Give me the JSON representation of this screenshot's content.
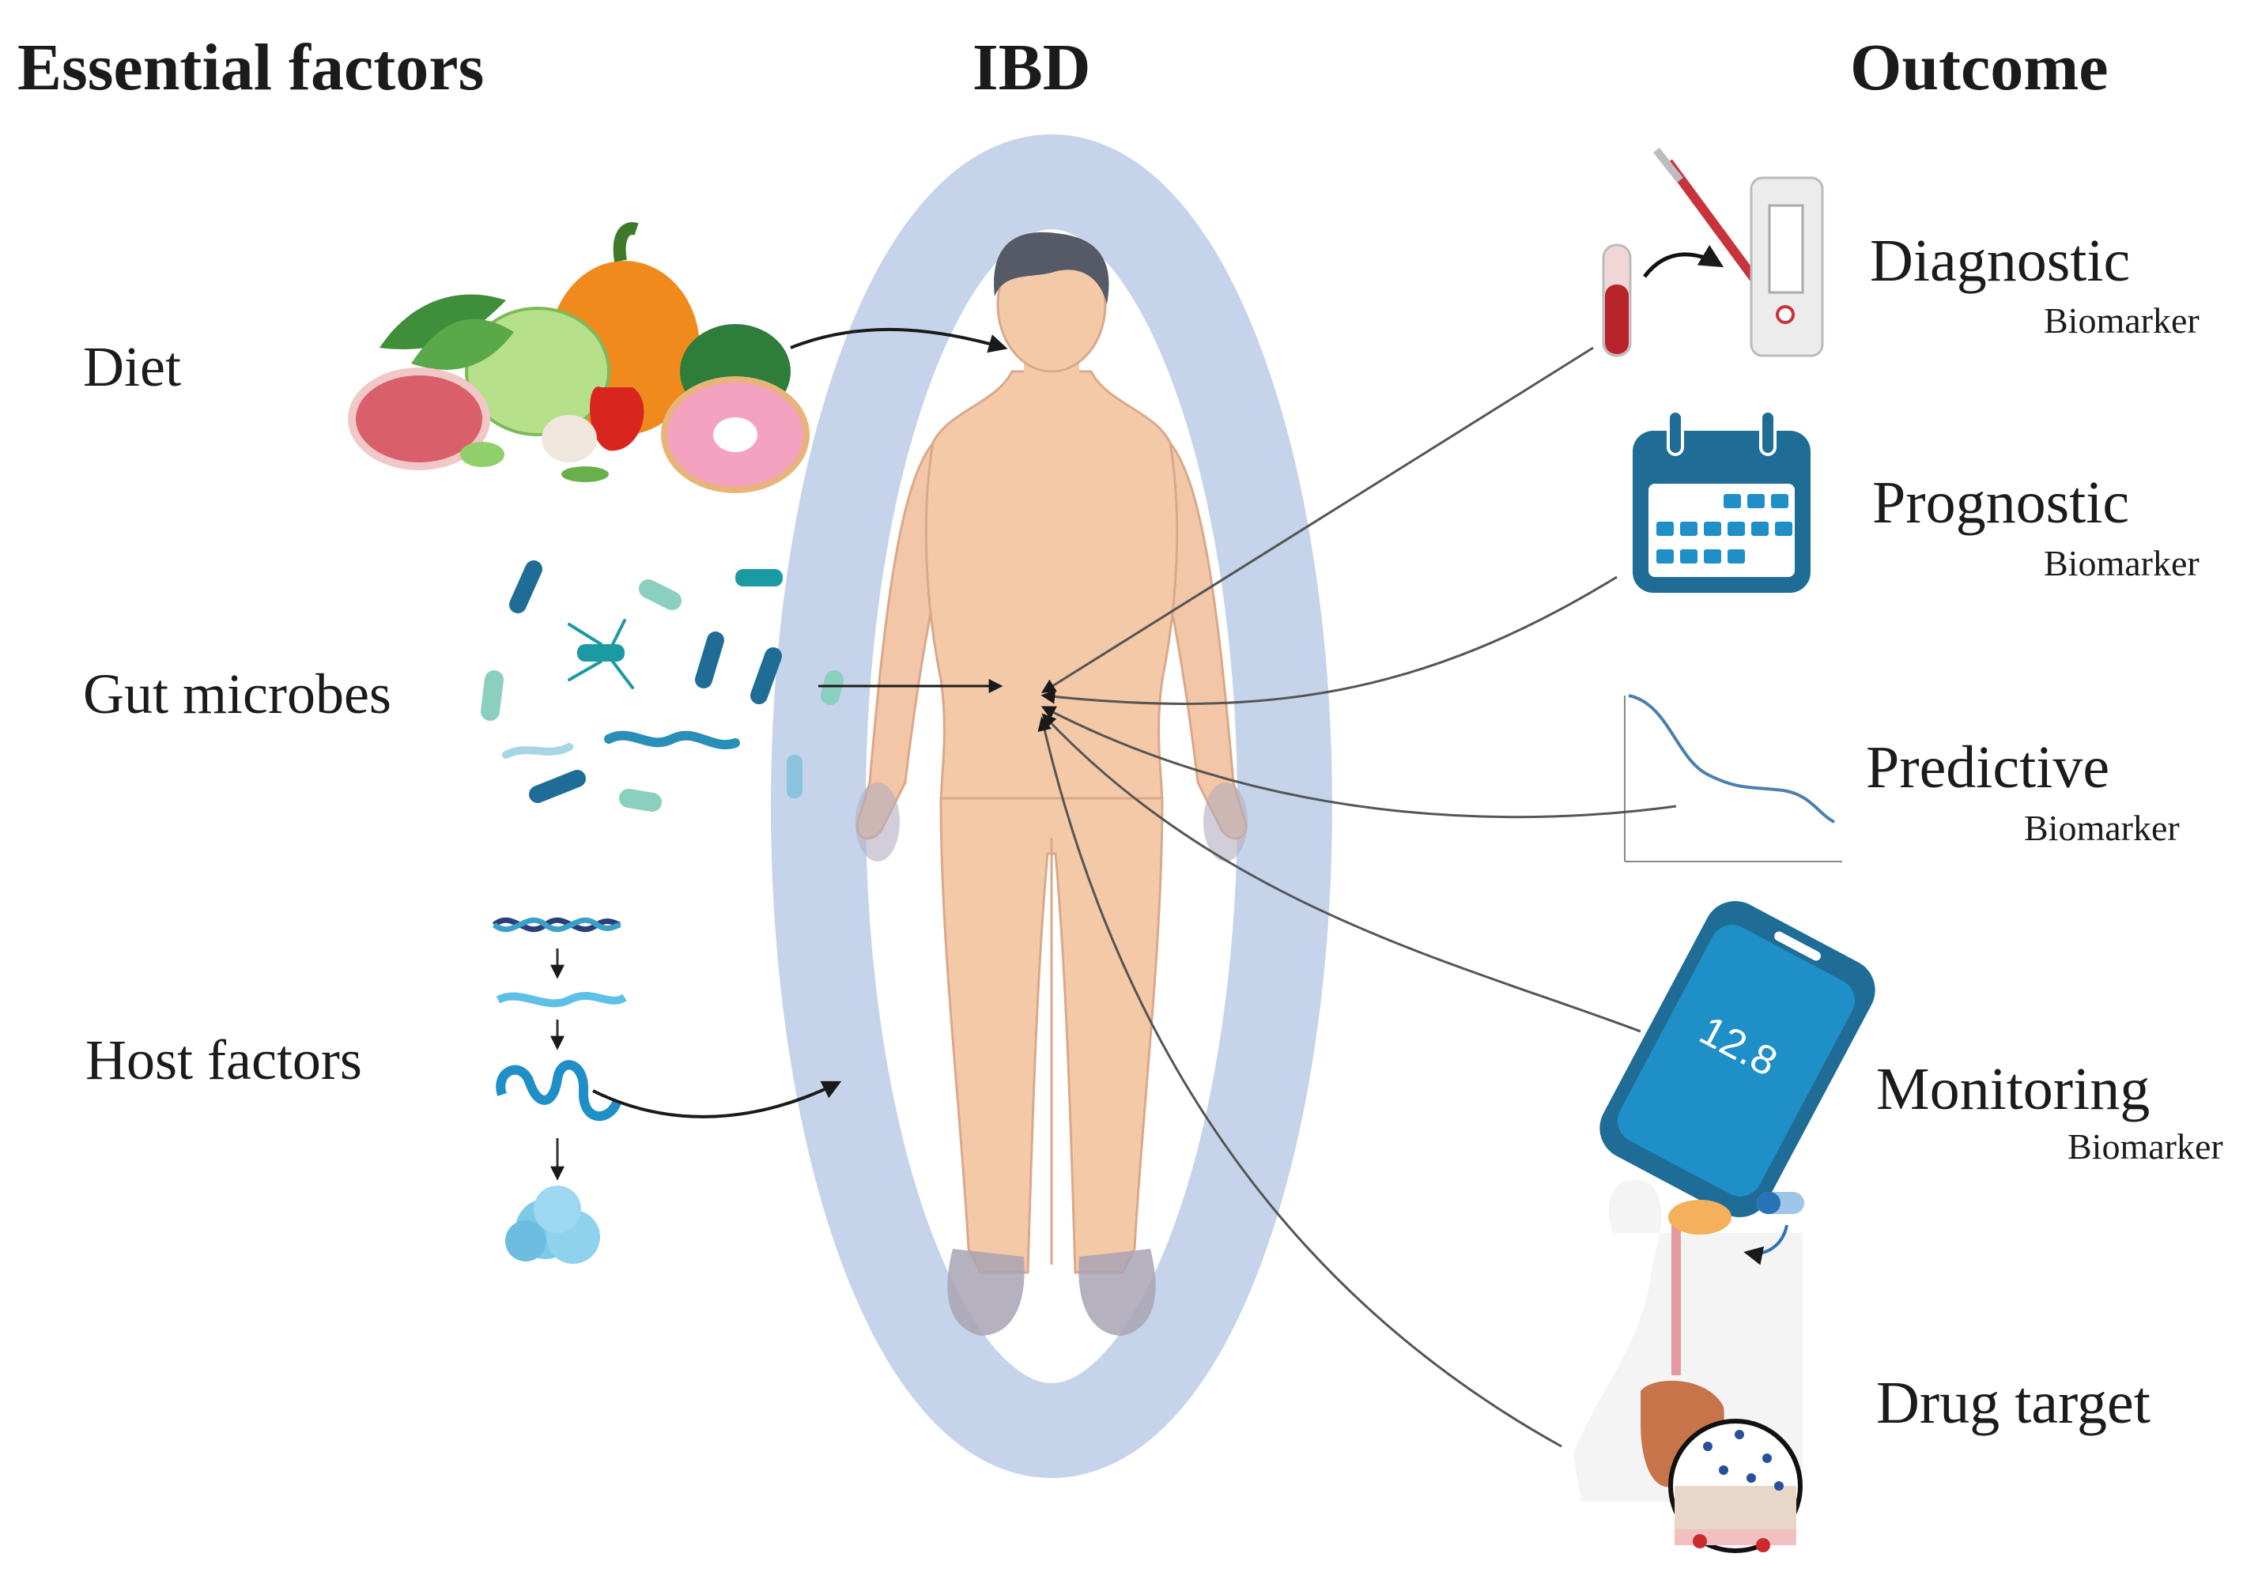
{
  "headers": {
    "left": "Essential factors",
    "center": "IBD",
    "right": "Outcome"
  },
  "factors": [
    {
      "label": "Diet",
      "icon": "food-icon"
    },
    {
      "label": "Gut microbes",
      "icon": "bacteria-icon"
    },
    {
      "label": "Host factors",
      "icon": "dna-to-protein-icon"
    }
  ],
  "outcomes": [
    {
      "label": "Diagnostic",
      "sub": "Biomarker",
      "icon": "blood-test-icon"
    },
    {
      "label": "Prognostic",
      "sub": "Biomarker",
      "icon": "calendar-icon"
    },
    {
      "label": "Predictive",
      "sub": "Biomarker",
      "icon": "line-graph-icon"
    },
    {
      "label": "Monitoring",
      "sub": "Biomarker",
      "icon": "smartphone-icon"
    },
    {
      "label": "Drug target",
      "sub": "",
      "icon": "digestive-system-icon"
    }
  ],
  "phone_reading": "12.8",
  "colors": {
    "halo": "#c5d4ea",
    "skin": "#f4c9a8",
    "teal": "#1a7a9a",
    "calendar": "#1f6d96",
    "arrow": "#1a1a1a"
  }
}
